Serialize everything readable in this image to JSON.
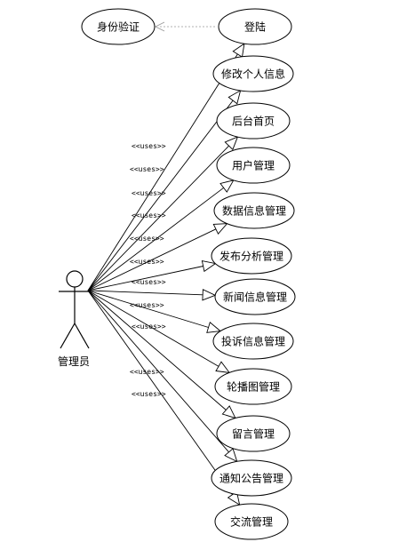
{
  "actor": {
    "label": "管理员",
    "icon": "stick-figure-icon"
  },
  "auth_use_case": "身份验证",
  "use_cases": [
    {
      "id": "login",
      "label": "登陆"
    },
    {
      "id": "edit-profile",
      "label": "修改个人信息"
    },
    {
      "id": "admin-home",
      "label": "后台首页"
    },
    {
      "id": "user-mgmt",
      "label": "用户管理"
    },
    {
      "id": "data-info-mgmt",
      "label": "数据信息管理"
    },
    {
      "id": "publish-analysis-mgmt",
      "label": "发布分析管理"
    },
    {
      "id": "news-info-mgmt",
      "label": "新闻信息管理"
    },
    {
      "id": "complaint-info-mgmt",
      "label": "投诉信息管理"
    },
    {
      "id": "carousel-mgmt",
      "label": "轮播图管理"
    },
    {
      "id": "message-mgmt",
      "label": "留言管理"
    },
    {
      "id": "notice-mgmt",
      "label": "通知公告管理"
    },
    {
      "id": "exchange-mgmt",
      "label": "交流管理"
    }
  ],
  "stereotypes": [
    "<<uses>>",
    "<<uses>>",
    "<<uses>>",
    "<<uses>>",
    "<<uses>>",
    "<<uses>>",
    "<<uses>>",
    "<<uses>>",
    "<<uses>>",
    "<<uses>>",
    "<<uses>>"
  ],
  "colors": {
    "stroke": "#000000",
    "dependency": "#999999",
    "background": "#ffffff"
  }
}
